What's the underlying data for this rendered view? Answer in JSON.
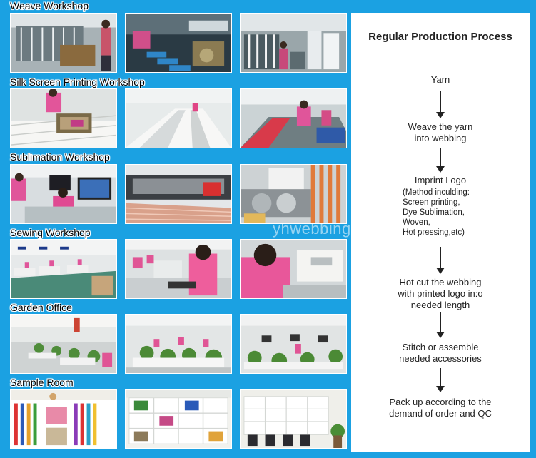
{
  "sections": [
    {
      "label": "Weave Workshop"
    },
    {
      "label": "Silk Screen Printing Workshop"
    },
    {
      "label": "Sublimation Workshop"
    },
    {
      "label": "Sewing Workshop"
    },
    {
      "label": "Garden Office"
    },
    {
      "label": "Sample Room"
    }
  ],
  "process": {
    "title": "Regular Production Process",
    "steps": [
      {
        "lines": [
          "Yarn"
        ]
      },
      {
        "lines": [
          "Weave the yarn",
          "into webbing"
        ]
      },
      {
        "lines": [
          "Imprint Logo"
        ],
        "sub": [
          "(Method inculding:",
          "Screen printing,",
          "Dye Sublimation,",
          "Woven,",
          "Hot pressing,etc)"
        ]
      },
      {
        "lines": [
          "Hot cut the webbing",
          "with printed logo in:o",
          "needed length"
        ]
      },
      {
        "lines": [
          "Stitch or assemble",
          "needed accessories"
        ]
      },
      {
        "lines": [
          "Pack up according to the",
          "demand of order and QC"
        ]
      }
    ]
  },
  "watermark": "yhwebbing.en.alibaba.com",
  "colors": {
    "background": "#1ba1e2",
    "panel": "#ffffff",
    "text": "#222222"
  }
}
